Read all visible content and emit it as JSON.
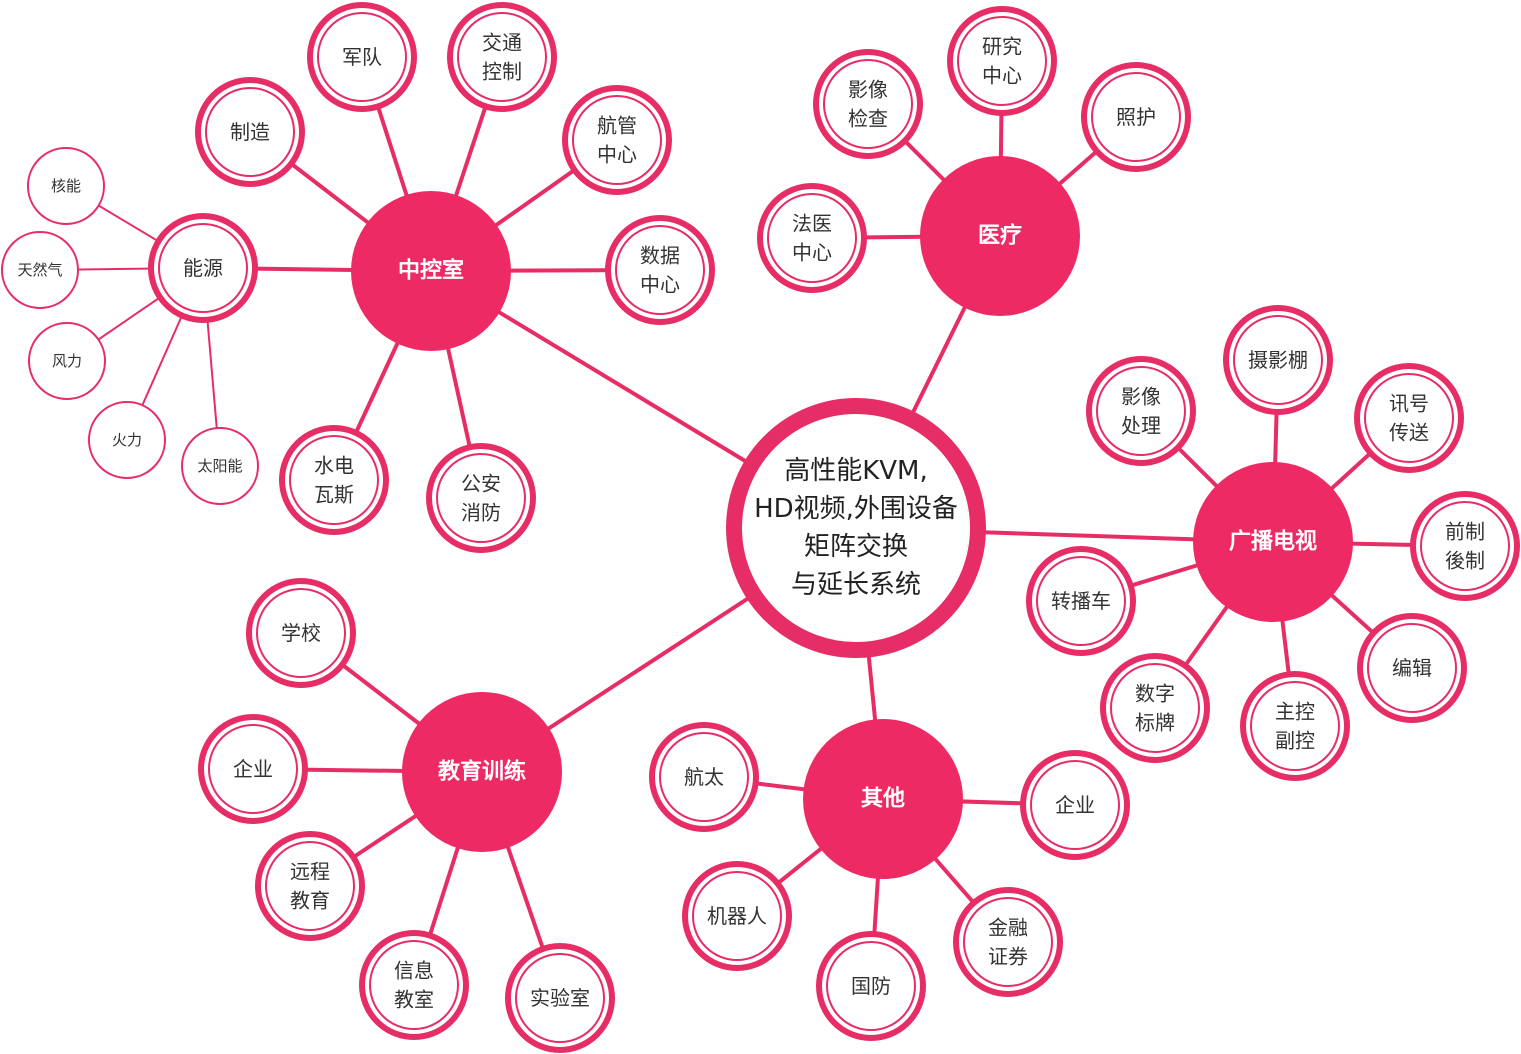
{
  "center": {
    "lines": [
      "高性能KVM,",
      "HD视频,外围设备",
      "矩阵交换",
      "与延长系统"
    ]
  },
  "hubs": [
    {
      "id": "control",
      "label": "中控室",
      "children": [
        {
          "lines": [
            "军队"
          ]
        },
        {
          "lines": [
            "交通",
            "控制"
          ]
        },
        {
          "lines": [
            "航管",
            "中心"
          ]
        },
        {
          "lines": [
            "数据",
            "中心"
          ]
        },
        {
          "lines": [
            "公安",
            "消防"
          ]
        },
        {
          "lines": [
            "水电",
            "瓦斯"
          ]
        },
        {
          "lines": [
            "能源"
          ]
        },
        {
          "lines": [
            "制造"
          ]
        }
      ],
      "energy": [
        "核能",
        "天然气",
        "风力",
        "火力",
        "太阳能"
      ]
    },
    {
      "id": "medical",
      "label": "医疗",
      "children": [
        {
          "lines": [
            "影像",
            "检查"
          ]
        },
        {
          "lines": [
            "研究",
            "中心"
          ]
        },
        {
          "lines": [
            "照护"
          ]
        },
        {
          "lines": [
            "法医",
            "中心"
          ]
        }
      ]
    },
    {
      "id": "broadcast",
      "label": "广播电视",
      "children": [
        {
          "lines": [
            "影像",
            "处理"
          ]
        },
        {
          "lines": [
            "摄影棚"
          ]
        },
        {
          "lines": [
            "讯号",
            "传送"
          ]
        },
        {
          "lines": [
            "前制",
            "後制"
          ]
        },
        {
          "lines": [
            "编辑"
          ]
        },
        {
          "lines": [
            "主控",
            "副控"
          ]
        },
        {
          "lines": [
            "数字",
            "标牌"
          ]
        },
        {
          "lines": [
            "转播车"
          ]
        }
      ]
    },
    {
      "id": "other",
      "label": "其他",
      "children": [
        {
          "lines": [
            "航太"
          ]
        },
        {
          "lines": [
            "企业"
          ]
        },
        {
          "lines": [
            "金融",
            "证券"
          ]
        },
        {
          "lines": [
            "国防"
          ]
        },
        {
          "lines": [
            "机器人"
          ]
        }
      ]
    },
    {
      "id": "education",
      "label": "教育训练",
      "children": [
        {
          "lines": [
            "学校"
          ]
        },
        {
          "lines": [
            "企业"
          ]
        },
        {
          "lines": [
            "远程",
            "教育"
          ]
        },
        {
          "lines": [
            "信息",
            "教室"
          ]
        },
        {
          "lines": [
            "实验室"
          ]
        }
      ]
    }
  ],
  "colors": {
    "accent": "#e72d66",
    "hub_fill": "#ee2a64"
  }
}
